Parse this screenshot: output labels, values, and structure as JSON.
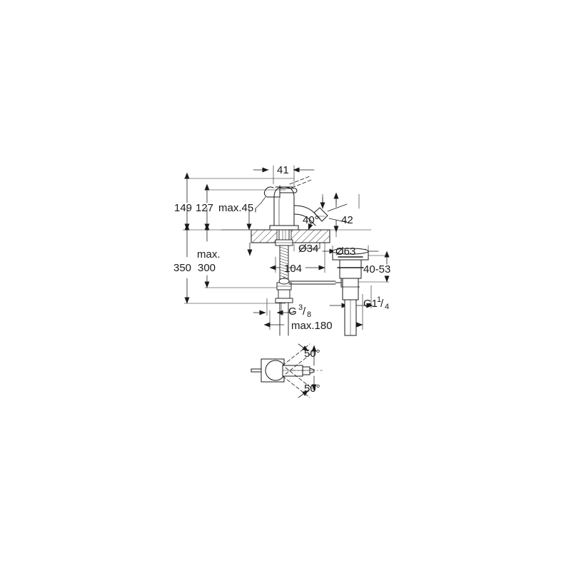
{
  "drawing": {
    "type": "technical-dimensional-drawing",
    "subject": "single-lever bidet mixer tap with pop-up waste",
    "background_color": "#ffffff",
    "line_color": "#1a1a1a",
    "text_color": "#1a1a1a"
  },
  "dimensions": {
    "height_total": "149",
    "height_spout": "127",
    "height_max_deck": "max.45",
    "width_body": "41",
    "depth_total": "350",
    "depth_max_supply": "max.",
    "depth_max_supply_value": "300",
    "shank_length": "104",
    "reach_max": "max.180",
    "spout_offset": "42",
    "spout_angle": "40°",
    "shank_diameter": "Ø34",
    "waste_flange_diameter": "Ø63",
    "waste_adjust_range": "40-53"
  },
  "threads": {
    "supply_label_main": "G",
    "supply_numer": "3",
    "supply_denom": "8",
    "waste_label_main": "G1",
    "waste_numer": "1",
    "waste_denom": "4"
  },
  "plan_view": {
    "swivel_upper": "50°",
    "swivel_lower": "50°"
  }
}
